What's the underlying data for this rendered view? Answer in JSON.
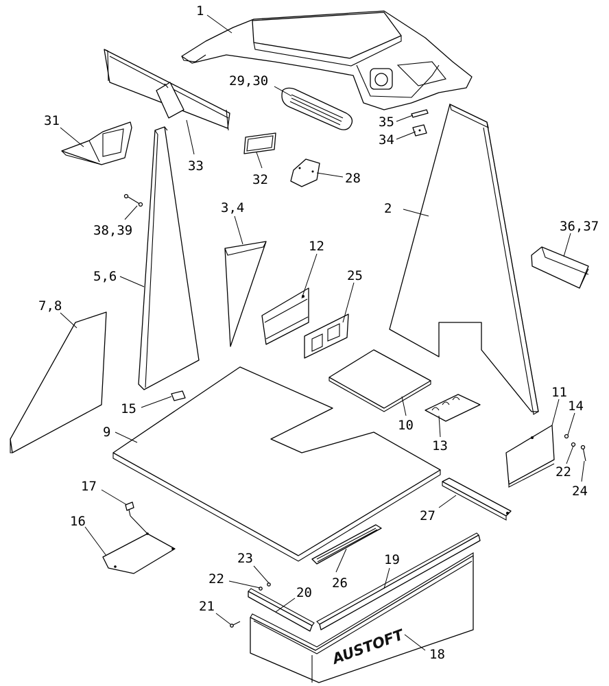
{
  "brand_label": "AUSTOFT",
  "colors": {
    "line": "#000000",
    "background": "#ffffff"
  },
  "callouts": [
    "1",
    "2",
    "3,4",
    "5,6",
    "7,8",
    "9",
    "10",
    "11",
    "12",
    "13",
    "14",
    "15",
    "16",
    "17",
    "18",
    "19",
    "20",
    "21",
    "22",
    "22",
    "23",
    "24",
    "25",
    "26",
    "27",
    "28",
    "29,30",
    "31",
    "32",
    "33",
    "34",
    "35",
    "36,37",
    "38,39"
  ]
}
